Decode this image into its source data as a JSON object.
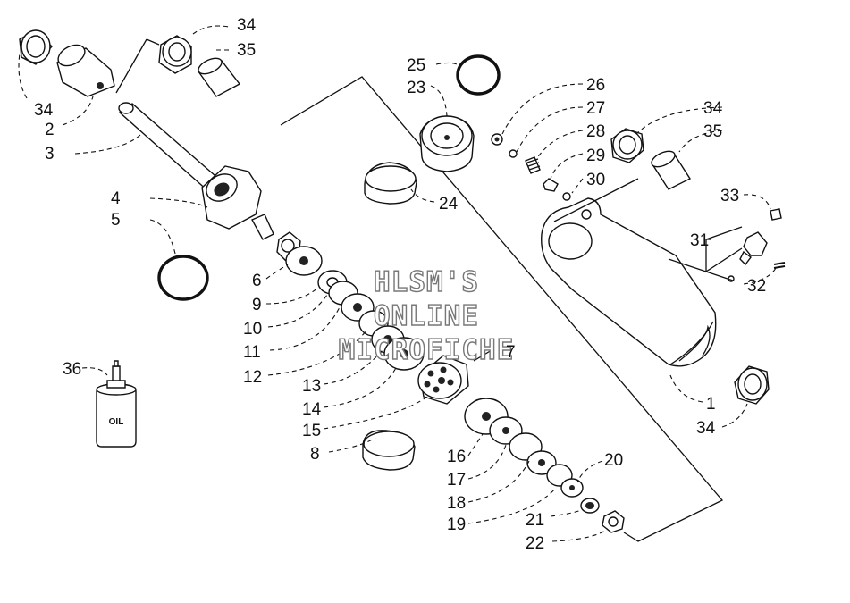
{
  "labels": [
    {
      "id": "34a",
      "text": "34"
    },
    {
      "id": "35a",
      "text": "35"
    },
    {
      "id": "34b",
      "text": "34"
    },
    {
      "id": "2",
      "text": "2"
    },
    {
      "id": "3",
      "text": "3"
    },
    {
      "id": "4",
      "text": "4"
    },
    {
      "id": "5",
      "text": "5"
    },
    {
      "id": "6",
      "text": "6"
    },
    {
      "id": "9",
      "text": "9"
    },
    {
      "id": "10",
      "text": "10"
    },
    {
      "id": "11",
      "text": "11"
    },
    {
      "id": "12",
      "text": "12"
    },
    {
      "id": "13",
      "text": "13"
    },
    {
      "id": "14",
      "text": "14"
    },
    {
      "id": "15",
      "text": "15"
    },
    {
      "id": "8",
      "text": "8"
    },
    {
      "id": "7",
      "text": "7"
    },
    {
      "id": "36",
      "text": "36"
    },
    {
      "id": "25",
      "text": "25"
    },
    {
      "id": "23",
      "text": "23"
    },
    {
      "id": "24",
      "text": "24"
    },
    {
      "id": "26",
      "text": "26"
    },
    {
      "id": "27",
      "text": "27"
    },
    {
      "id": "28",
      "text": "28"
    },
    {
      "id": "29",
      "text": "29"
    },
    {
      "id": "30",
      "text": "30"
    },
    {
      "id": "34c",
      "text": "34"
    },
    {
      "id": "35b",
      "text": "35"
    },
    {
      "id": "33",
      "text": "33"
    },
    {
      "id": "31",
      "text": "31"
    },
    {
      "id": "32",
      "text": "32"
    },
    {
      "id": "1",
      "text": "1"
    },
    {
      "id": "34d",
      "text": "34"
    },
    {
      "id": "16",
      "text": "16"
    },
    {
      "id": "17",
      "text": "17"
    },
    {
      "id": "18",
      "text": "18"
    },
    {
      "id": "19",
      "text": "19"
    },
    {
      "id": "20",
      "text": "20"
    },
    {
      "id": "21",
      "text": "21"
    },
    {
      "id": "22",
      "text": "22"
    }
  ],
  "oil_label": "OIL",
  "watermark": [
    "HLSM'S",
    "ONLINE",
    "MICROFICHE"
  ]
}
